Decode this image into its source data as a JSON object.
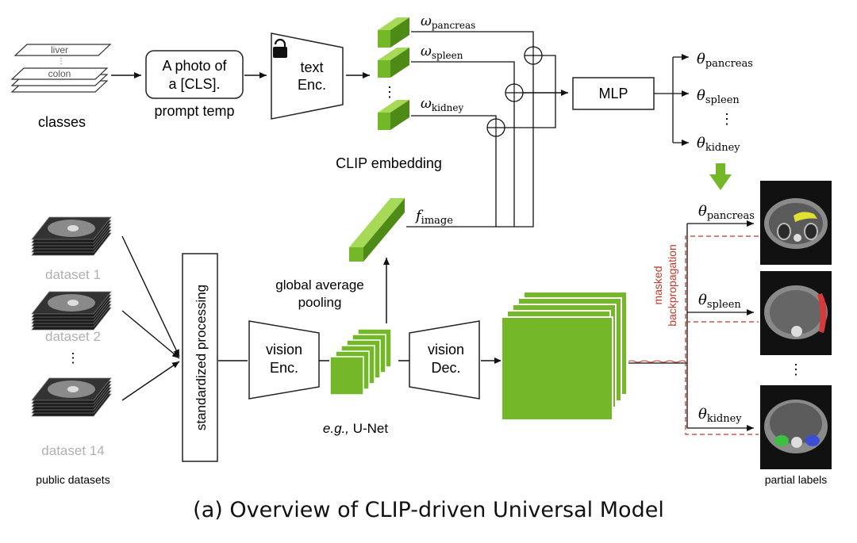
{
  "labels": {
    "class_liver": "liver",
    "class_colon": "colon",
    "classes": "classes",
    "prompt_line1": "A photo of",
    "prompt_line2": "a [CLS].",
    "prompt_temp": "prompt temp",
    "text_line1": "text",
    "text_line2": "Enc.",
    "omega": "ω",
    "pancreas": "pancreas",
    "spleen": "spleen",
    "kidney": "kidney",
    "clip_embedding": "CLIP embedding",
    "mlp": "MLP",
    "theta": "θ",
    "f": "f",
    "image": "image",
    "dataset_1": "dataset 1",
    "dataset_2": "dataset 2",
    "dataset_14": "dataset 14",
    "public_datasets": "public datasets",
    "standardized_processing": "standardized processing",
    "vision": "vision",
    "enc": "Enc.",
    "dec": "Dec.",
    "global_avg_line1": "global average",
    "global_avg_line2": "pooling",
    "eg": "e.g.,",
    "unet": " U-Net",
    "masked": "masked",
    "backprop": "backpropagation",
    "partial_labels": "partial labels",
    "vdots": "⋮"
  },
  "caption": "(a) Overview of CLIP-driven Universal Model",
  "colors": {
    "green": "#74b82a",
    "green_light": "#9ed24a",
    "green_dark": "#4d8a16",
    "red_dashed": "#c0392b",
    "pancreas_overlay": "#e0e030",
    "spleen_overlay": "#d63a3a",
    "kidney_left": "#3fbf3f",
    "kidney_right": "#3a4fd6"
  },
  "icons": [
    "lock-icon",
    "plus-circle-icon",
    "down-arrow-icon"
  ]
}
